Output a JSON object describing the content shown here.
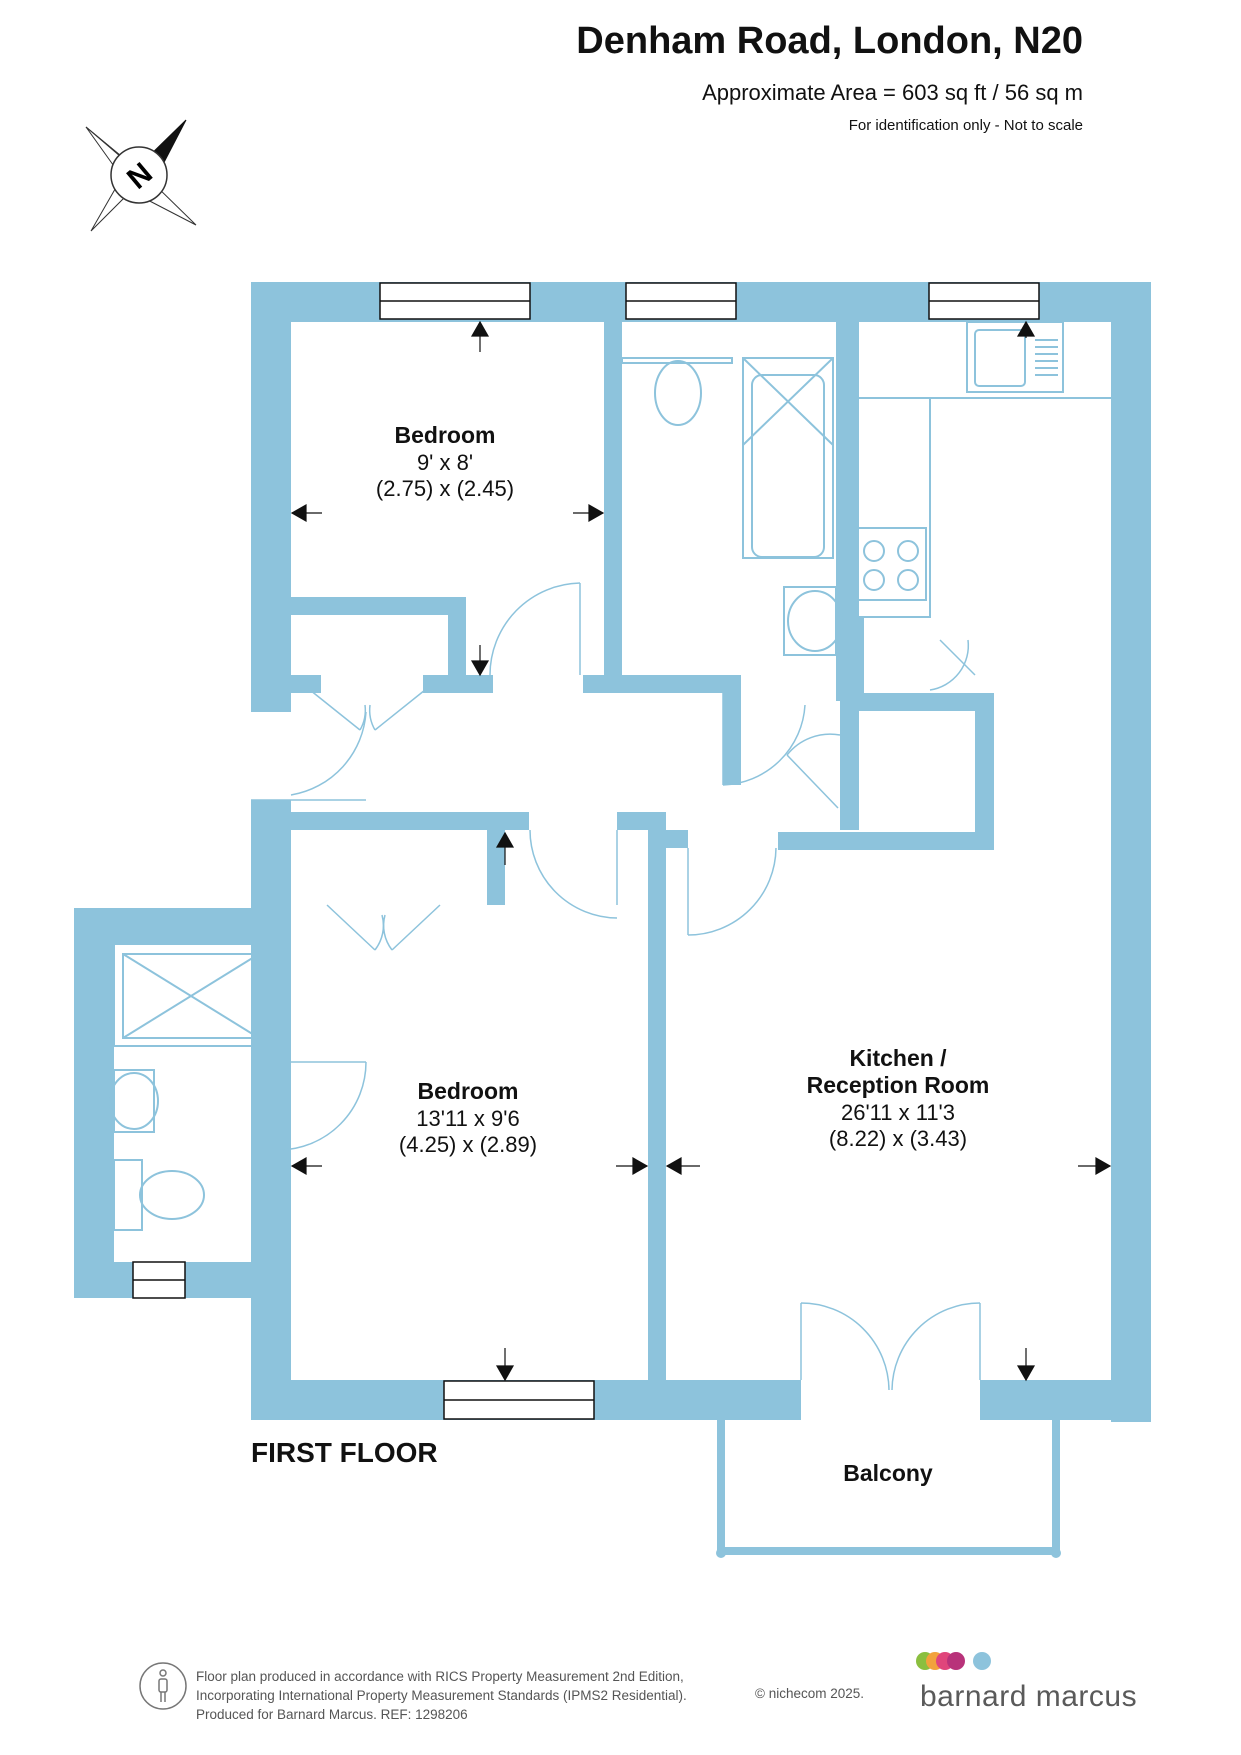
{
  "header": {
    "title": "Denham Road, London, N20",
    "area": "Approximate Area = 603 sq ft / 56 sq m",
    "scale_note": "For identification only - Not to scale"
  },
  "compass": {
    "letter": "N"
  },
  "rooms": {
    "bedroom1": {
      "name": "Bedroom",
      "imperial": "9' x 8'",
      "metric": "(2.75) x (2.45)"
    },
    "bedroom2": {
      "name": "Bedroom",
      "imperial": "13'11 x 9'6",
      "metric": "(4.25) x (2.89)"
    },
    "kitchen": {
      "name1": "Kitchen /",
      "name2": "Reception Room",
      "imperial": "26'11 x 11'3",
      "metric": "(8.22) x (3.43)"
    },
    "balcony": {
      "name": "Balcony"
    }
  },
  "floor_label": "FIRST FLOOR",
  "footer": {
    "line1": "Floor plan produced in accordance with RICS Property Measurement 2nd Edition,",
    "line2": "Incorporating International Property Measurement Standards (IPMS2 Residential).",
    "line3": "Produced for Barnard Marcus.   REF:  1298206",
    "copyright": "© nichecom 2025.",
    "brand": "barnard marcus"
  },
  "colors": {
    "wall": "#8dc3dc",
    "fixture": "#8dc3dc",
    "line": "#111111",
    "brand_dots": [
      "#8bbf3f",
      "#f2a23c",
      "#e0457b",
      "#b8327a",
      "#8dc3dc"
    ]
  }
}
